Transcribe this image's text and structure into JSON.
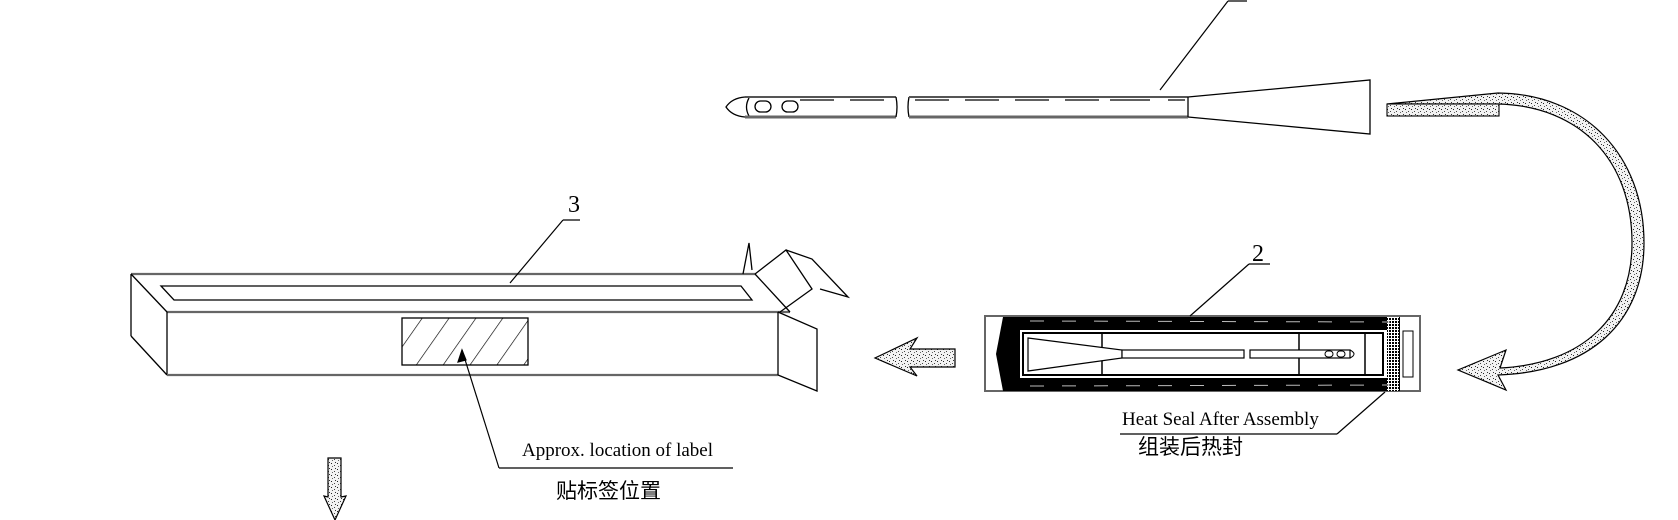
{
  "diagram": {
    "type": "assembly-packaging-flow",
    "steps": [
      {
        "id": "catheter",
        "label_number": "",
        "description": "catheter with side-hole tip and flared hub"
      },
      {
        "id": "pouch",
        "label_number": "2",
        "description": "pouch containing catheter"
      },
      {
        "id": "box",
        "label_number": "3",
        "description": "carton box with flap open"
      }
    ],
    "labels": {
      "item2": "2",
      "item3": "3",
      "heat_seal_en": "Heat Seal After Assembly",
      "heat_seal_zh": "组装后热封",
      "label_location_en": "Approx. location of  label",
      "label_location_zh": "贴标签位置"
    },
    "arrows": [
      {
        "name": "curved-arrow",
        "from": "catheter",
        "to": "pouch"
      },
      {
        "name": "left-arrow",
        "from": "pouch",
        "to": "box"
      },
      {
        "name": "down-arrow",
        "from": "box",
        "to": "next-step"
      }
    ],
    "colors": {
      "line": "#000000",
      "edge_gray": "#6b6b6b",
      "background": "#ffffff",
      "arrow_fill": "#e8e8e8"
    }
  }
}
